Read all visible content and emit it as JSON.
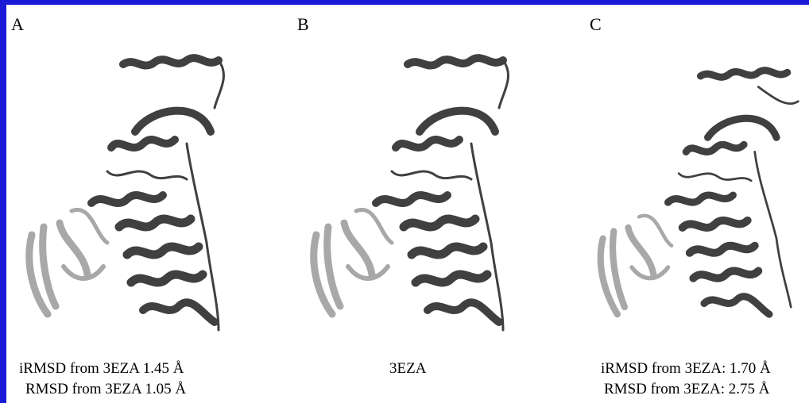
{
  "figure": {
    "panels": [
      {
        "letter": "A",
        "caption_line1": "iRMSD from 3EZA 1.45 Å",
        "caption_line2": "RMSD from 3EZA 1.05 Å"
      },
      {
        "letter": "B",
        "caption_line1": "3EZA"
      },
      {
        "letter": "C",
        "caption_line1": "iRMSD from 3EZA: 1.70 Å",
        "caption_line2": "RMSD from 3EZA: 2.75 Å"
      }
    ],
    "colors": {
      "border": "#1a1ad6",
      "dark_domain": "#404040",
      "light_domain": "#a8a8a8"
    }
  }
}
